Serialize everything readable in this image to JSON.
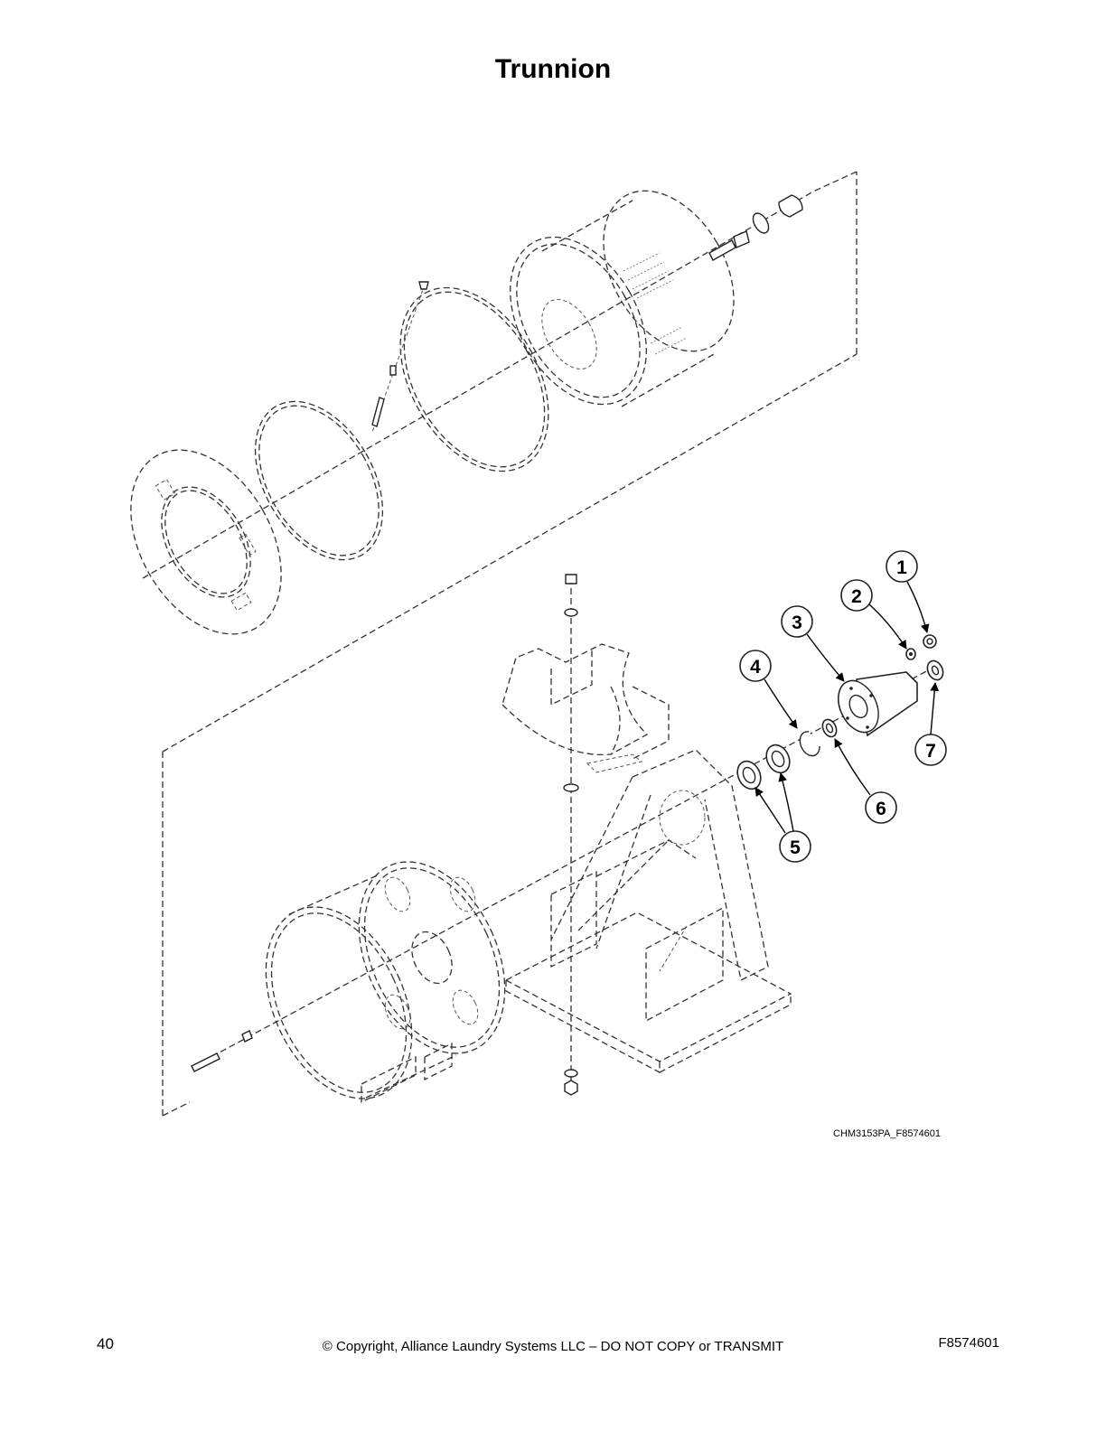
{
  "page": {
    "title": "Trunnion",
    "figure_id": "CHM3153PA_F8574601",
    "page_number": "40",
    "copyright": "© Copyright, Alliance Laundry Systems LLC – DO NOT COPY or TRANSMIT",
    "doc_number": "F8574601"
  },
  "callouts": [
    {
      "label": "1"
    },
    {
      "label": "2"
    },
    {
      "label": "3"
    },
    {
      "label": "4"
    },
    {
      "label": "5"
    },
    {
      "label": "6"
    },
    {
      "label": "7"
    }
  ]
}
